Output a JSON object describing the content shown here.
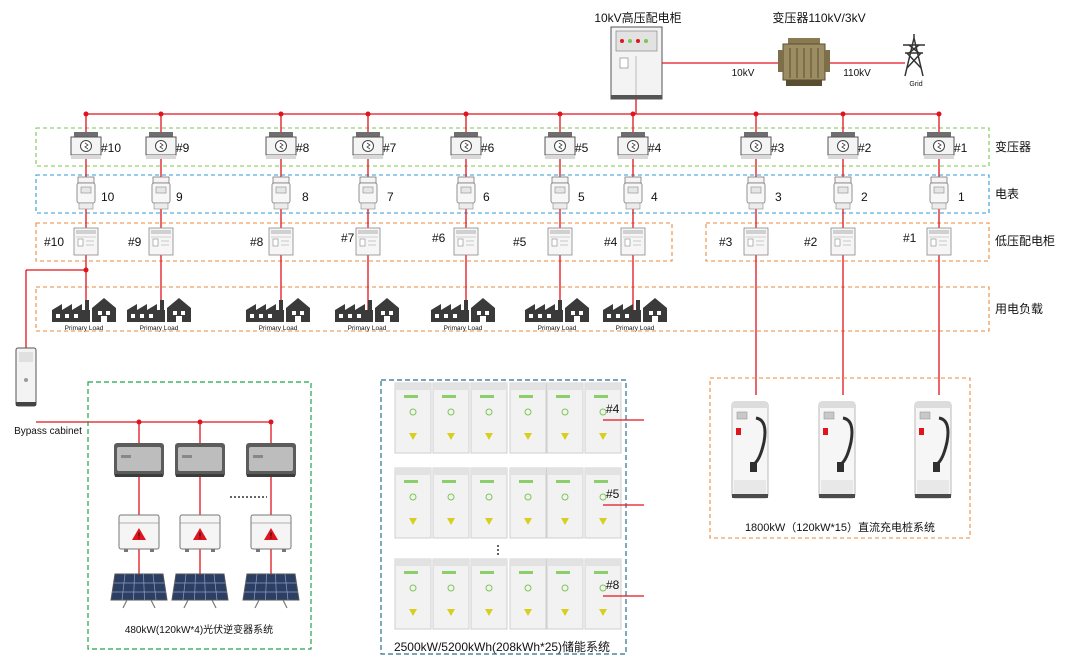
{
  "top": {
    "hv_cabinet_label": "10kV高压配电柜",
    "transformer_label": "变压器110kV/3kV",
    "label_10kv": "10kV",
    "label_110kv": "110kV",
    "grid_label": "Grid"
  },
  "row_labels": {
    "transformer": "变压器",
    "meter": "电表",
    "lv_cabinet": "低压配电柜",
    "load": "用电负载"
  },
  "transformer_units": [
    "#10",
    "#9",
    "#8",
    "#7",
    "#6",
    "#5",
    "#4",
    "#3",
    "#2",
    "#1"
  ],
  "meter_units": [
    "10",
    "9",
    "8",
    "7",
    "6",
    "5",
    "4",
    "3",
    "2",
    "1"
  ],
  "lv_units": [
    "#10",
    "#9",
    "#8",
    "#7",
    "#6",
    "#5",
    "#4",
    "#3",
    "#2",
    "#1"
  ],
  "load_label": "Primary Load",
  "bypass_label": "Bypass cabinet",
  "pv_system_label": "480kW(120kW*4)光伏逆变器系统",
  "storage_system_label": "2500kW/5200kWh(208kWh*25)储能系统",
  "storage_rows": [
    "#4",
    "#5",
    "#8"
  ],
  "charger_system_label": "1800kW（120kW*15）直流充电桩系统",
  "colors": {
    "line": "#e0141e",
    "transformer_box": "#7cc653",
    "meter_box": "#2d9bd6",
    "lv_box": "#ee8a3a",
    "load_box": "#ee8a3a",
    "pv_box": "#22a34a",
    "storage_box": "#2e6e8e",
    "charger_box": "#ee8a3a"
  }
}
